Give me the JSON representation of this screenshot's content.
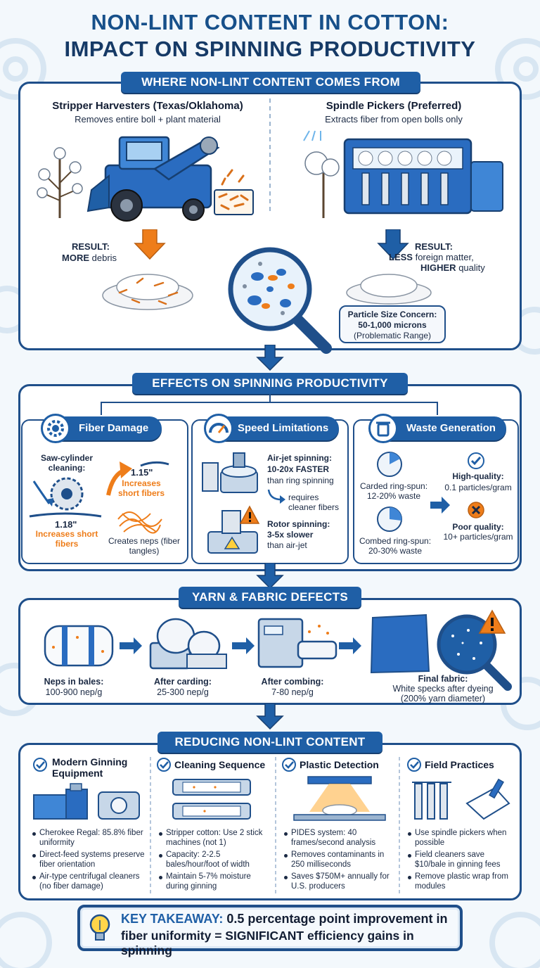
{
  "title": {
    "line1": "NON-LINT CONTENT IN COTTON:",
    "line2": "IMPACT ON SPINNING PRODUCTIVITY"
  },
  "source": {
    "banner": "WHERE NON-LINT CONTENT COMES FROM",
    "stripper": {
      "heading": "Stripper Harvesters (Texas/Oklahoma)",
      "desc": "Removes entire boll + plant material",
      "result_label": "RESULT:",
      "result_strong": "MORE",
      "result_text": "debris"
    },
    "spindle": {
      "heading": "Spindle Pickers (Preferred)",
      "desc": "Extracts fiber from open bolls only",
      "result_label": "RESULT:",
      "result_strong1": "LESS",
      "result_text1": "foreign matter,",
      "result_strong2": "HIGHER",
      "result_text2": "quality"
    },
    "particle": {
      "title": "Particle Size Concern:",
      "range": "50-1,000 microns",
      "note": "(Problematic Range)"
    }
  },
  "effects": {
    "banner": "EFFECTS ON SPINNING PRODUCTIVITY",
    "fiber_damage": {
      "title": "Fiber Damage",
      "saw_label": "Saw-cylinder cleaning:",
      "len_a": "1.15\"",
      "len_a_note": "Increases short fibers",
      "len_b": "1.18\"",
      "len_b_note": "Increases short fibers",
      "neps_note": "Creates neps (fiber tangles)"
    },
    "speed": {
      "title": "Speed Limitations",
      "airjet_title": "Air-jet spinning:",
      "airjet_strong": "10-20x FASTER",
      "airjet_text": "than ring spinning",
      "requires": "requires cleaner fibers",
      "rotor_title": "Rotor spinning:",
      "rotor_strong": "3-5x slower",
      "rotor_text": "than air-jet"
    },
    "waste": {
      "title": "Waste Generation",
      "carded_label": "Carded ring-spun:",
      "carded_value": "12-20% waste",
      "combed_label": "Combed ring-spun:",
      "combed_value": "20-30% waste",
      "high_label": "High-quality:",
      "high_value": "0.1 particles/gram",
      "poor_label": "Poor quality:",
      "poor_value": "10+ particles/gram"
    }
  },
  "defects": {
    "banner": "YARN & FABRIC DEFECTS",
    "steps": [
      {
        "label": "Neps in bales:",
        "value": "100-900 nep/g"
      },
      {
        "label": "After carding:",
        "value": "25-300 nep/g"
      },
      {
        "label": "After combing:",
        "value": "7-80 nep/g"
      },
      {
        "label": "Final fabric:",
        "value": "White specks after dyeing",
        "value2": "(200% yarn diameter)"
      }
    ]
  },
  "reducing": {
    "banner": "REDUCING NON-LINT CONTENT",
    "columns": [
      {
        "title": "Modern Ginning Equipment",
        "bullets": [
          "Cherokee Regal: 85.8% fiber uniformity",
          "Direct-feed systems preserve fiber orientation",
          "Air-type centrifugal cleaners (no fiber damage)"
        ]
      },
      {
        "title": "Cleaning Sequence",
        "bullets": [
          "Stripper cotton: Use 2 stick machines (not 1)",
          "Capacity: 2-2.5 bales/hour/foot of width",
          "Maintain 5-7% moisture during ginning"
        ]
      },
      {
        "title": "Plastic Detection",
        "bullets": [
          "PIDES system: 40 frames/second analysis",
          "Removes contaminants in 250 milliseconds",
          "Saves $750M+ annually for U.S. producers"
        ]
      },
      {
        "title": "Field Practices",
        "bullets": [
          "Use spindle pickers when possible",
          "Field cleaners save $10/bale in ginning fees",
          "Remove plastic wrap from modules"
        ]
      }
    ]
  },
  "takeaway": {
    "label": "KEY TAKEAWAY:",
    "line1": "0.5 percentage point improvement in",
    "line2": "fiber uniformity = SIGNIFICANT efficiency gains in spinning"
  },
  "colors": {
    "primary": "#1f5fa6",
    "navy": "#1f4f8a",
    "accent": "#ee7d1a",
    "background": "#f3f8fc"
  }
}
